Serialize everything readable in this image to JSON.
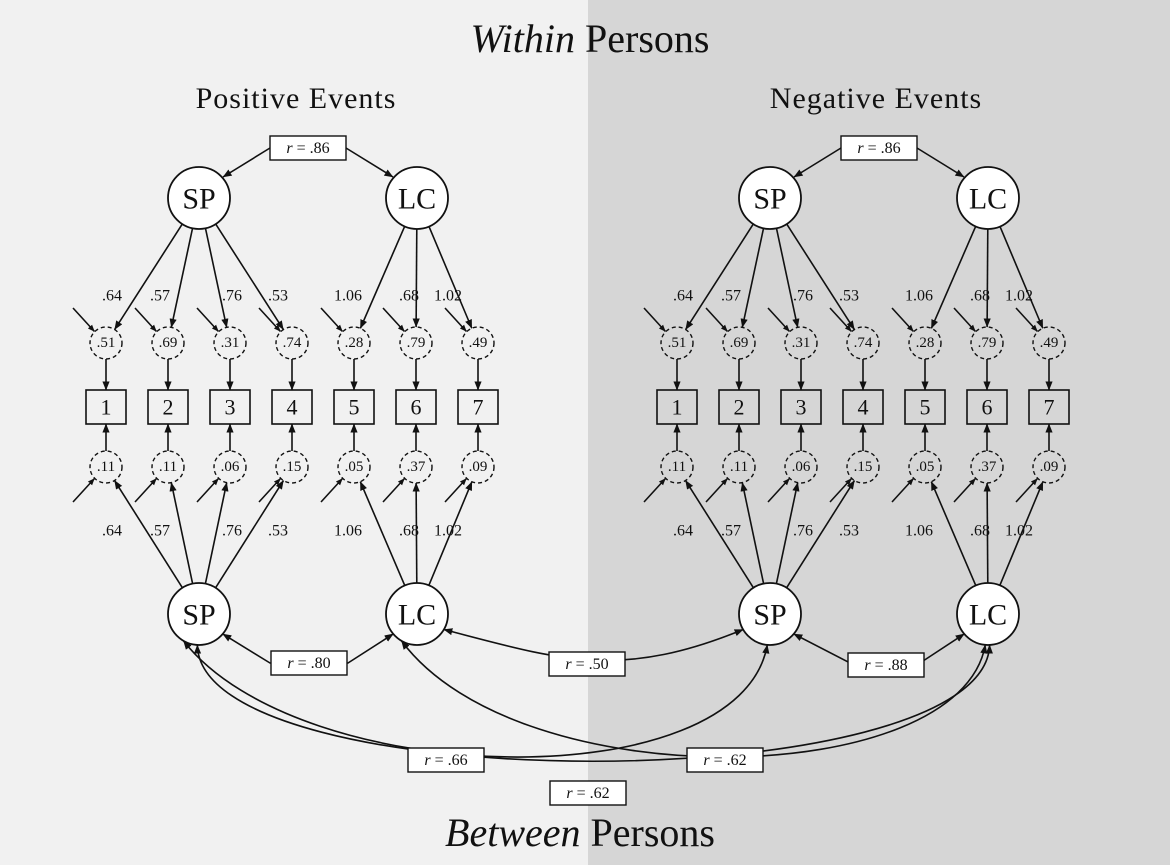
{
  "titles": {
    "top_em": "Within",
    "top_rest": " Persons",
    "bottom_em": "Between",
    "bottom_rest": " Persons"
  },
  "panels": {
    "left_label": "Positive Events",
    "right_label": "Negative Events"
  },
  "colors": {
    "left_background": "#f1f1f1",
    "right_background": "#d6d6d6",
    "stroke": "#111111"
  },
  "factor_labels": {
    "sp": "SP",
    "lc": "LC"
  },
  "indicators": [
    "1",
    "2",
    "3",
    "4",
    "5",
    "6",
    "7"
  ],
  "within": {
    "loadings": [
      ".64",
      ".57",
      ".76",
      ".53",
      "1.06",
      ".68",
      "1.02"
    ],
    "errors": [
      ".51",
      ".69",
      ".31",
      ".74",
      ".28",
      ".79",
      ".49"
    ],
    "correlation": "r = .86"
  },
  "between": {
    "loadings": [
      ".64",
      ".57",
      ".76",
      ".53",
      "1.06",
      ".68",
      "1.02"
    ],
    "errors": [
      ".11",
      ".11",
      ".06",
      ".15",
      ".05",
      ".37",
      ".09"
    ]
  },
  "between_correlations": {
    "pos_sp_pos_lc": "r = .80",
    "pos_lc_neg_sp": "r = .50",
    "neg_sp_neg_lc": "r = .88",
    "pos_sp_neg_sp": "r = .66",
    "pos_lc_neg_lc": "r = .62",
    "pos_sp_neg_lc": "r = .62"
  }
}
